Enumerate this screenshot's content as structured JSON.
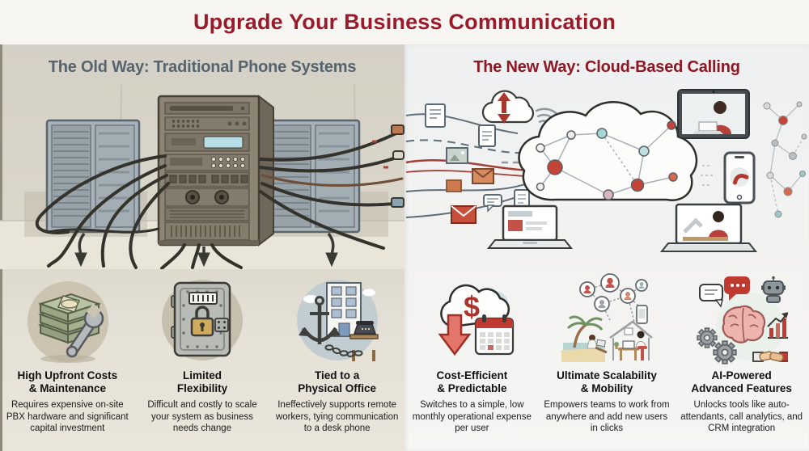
{
  "header": {
    "title": "Upgrade Your Business Communication"
  },
  "colors": {
    "title_red": "#9a1a2a",
    "old_way_heading": "#55646e",
    "new_way_heading": "#8d1722",
    "old_panel_bg": "#dcd7cb",
    "new_panel_bg": "#f1f1f0",
    "accent_red": "#bf3a31"
  },
  "old_way": {
    "heading": "The Old Way: Traditional Phone Systems",
    "illustration": "pbx-server-cabinet-with-tangled-cables",
    "features": [
      {
        "icon": "cash-stack-wrench-icon",
        "title": "High Upfront Costs\n& Maintenance",
        "description": "Requires expensive on-site PBX hardware and significant capital investment"
      },
      {
        "icon": "locked-safe-icon",
        "title": "Limited\nFlexibility",
        "description": "Difficult and costly to scale your system as business needs change"
      },
      {
        "icon": "anchor-desk-phone-icon",
        "title": "Tied to a\nPhysical Office",
        "description": "Ineffectively supports remote workers, tying communication to a desk phone"
      }
    ]
  },
  "new_way": {
    "heading": "The New Way: Cloud-Based Calling",
    "illustration": "cloud-network-connecting-devices",
    "features": [
      {
        "icon": "cloud-dollar-calendar-icon",
        "title": "Cost-Efficient\n& Predictable",
        "description": "Switches to a simple, low monthly operational expense per user"
      },
      {
        "icon": "remote-team-network-icon",
        "title": "Ultimate Scalability\n& Mobility",
        "description": "Empowers teams to work from anywhere and add new users in clicks"
      },
      {
        "icon": "ai-tools-icon",
        "title": "AI-Powered\nAdvanced Features",
        "description": "Unlocks tools like auto-attendants, call analytics, and CRM integration"
      }
    ]
  }
}
